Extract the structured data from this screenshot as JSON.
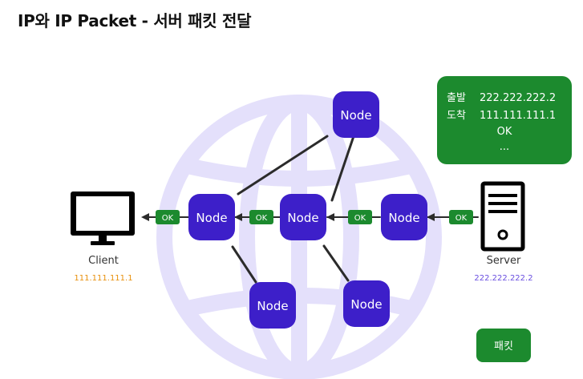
{
  "title": "IP와 IP Packet - 서버 패킷 전달",
  "nodes": [
    "Node",
    "Node",
    "Node",
    "Node",
    "Node",
    "Node"
  ],
  "ok_label": "OK",
  "client": {
    "label": "Client",
    "ip": "111.111.111.1"
  },
  "server": {
    "label": "Server",
    "ip": "222.222.222.2"
  },
  "packet_info": {
    "src_label": "출발",
    "src_ip": "222.222.222.2",
    "dst_label": "도착",
    "dst_ip": "111.111.111.1",
    "payload": "OK",
    "more": "..."
  },
  "legend_packet": "패킷",
  "colors": {
    "node": "#3d1fc9",
    "packet": "#1c8a2e",
    "globe": "#e4e0fb",
    "client_ip": "#e8900c",
    "server_ip": "#6a4fe0"
  }
}
